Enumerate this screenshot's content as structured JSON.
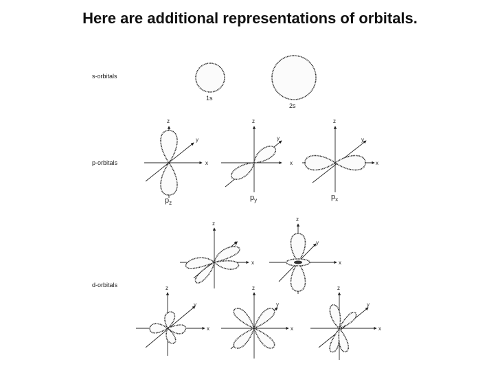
{
  "title": "Here are additional representations of orbitals.",
  "rows": {
    "s": "s-orbitals",
    "p": "p-orbitals",
    "d": "d-orbitals"
  },
  "axis_labels": {
    "x": "x",
    "y": "y",
    "z": "z"
  },
  "s_orbitals": [
    "1s",
    "2s"
  ],
  "p_orbitals": [
    {
      "base": "p",
      "sub": "z"
    },
    {
      "base": "p",
      "sub": "y"
    },
    {
      "base": "p",
      "sub": "x"
    }
  ]
}
